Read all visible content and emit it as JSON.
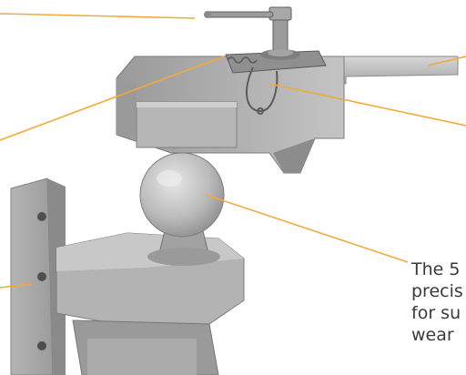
{
  "caption": {
    "lines": [
      "The 5",
      "precis",
      "for su",
      "wear"
    ]
  },
  "colors": {
    "leader_line": "#f2a93b",
    "metal_light": "#c9c9c9",
    "metal_mid": "#a9a9a9",
    "metal_dark": "#7d7d7d",
    "text": "#3a3a3a"
  }
}
